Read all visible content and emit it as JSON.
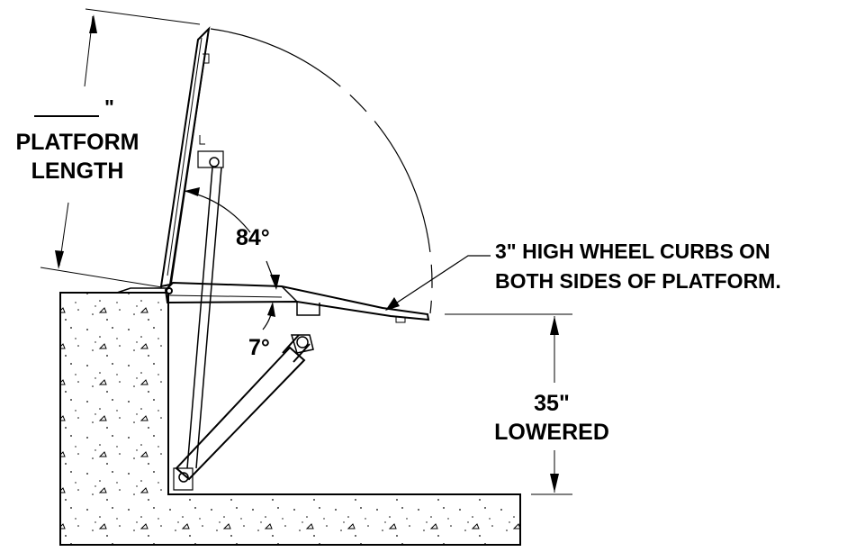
{
  "platform_length": {
    "value_mark": "\"",
    "line1": "PLATFORM",
    "line2": "LENGTH"
  },
  "angles": {
    "open": "84°",
    "lowered": "7°"
  },
  "curb_note": {
    "line1": "3\" HIGH WHEEL CURBS ON",
    "line2": "BOTH SIDES OF PLATFORM."
  },
  "height": {
    "value": "35\"",
    "state": "LOWERED"
  }
}
